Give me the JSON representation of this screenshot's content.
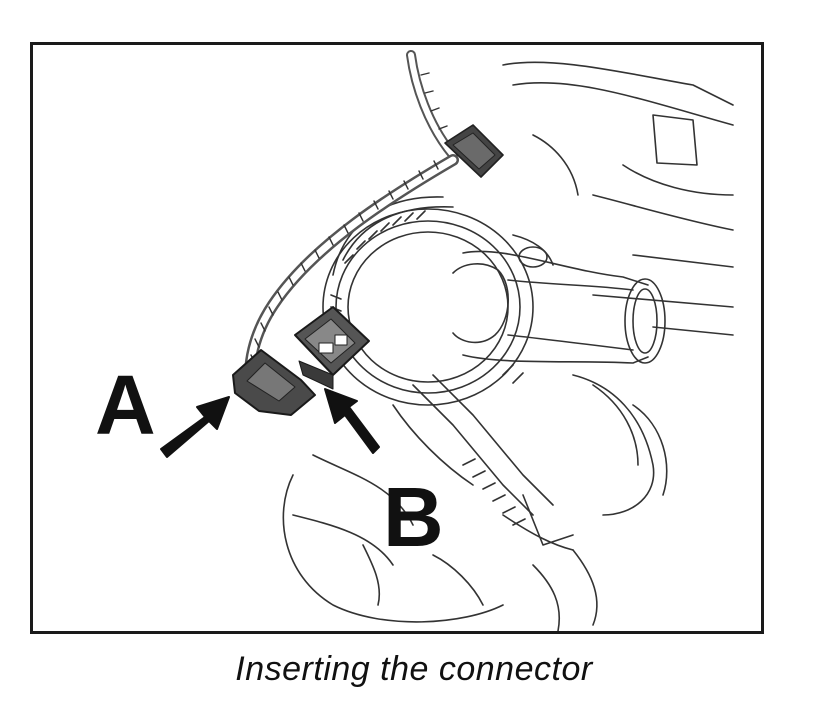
{
  "figure": {
    "callouts": {
      "a": "A",
      "b": "B"
    },
    "caption": "Inserting the connector",
    "colors": {
      "line": "#222222",
      "connector_fill": "#4a4a4a",
      "arrow": "#111111"
    }
  }
}
